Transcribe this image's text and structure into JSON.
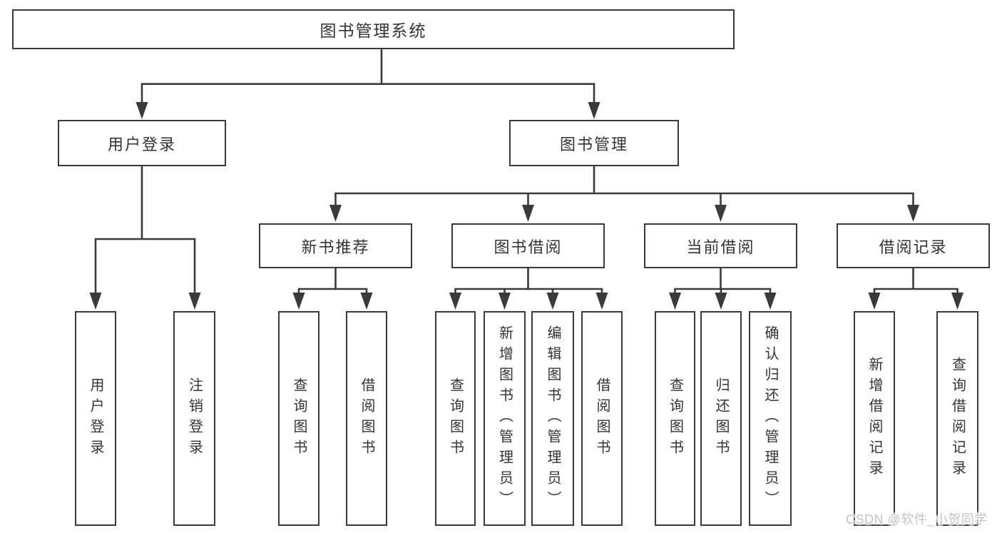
{
  "diagram_title": "图书管理系统",
  "tree": {
    "root": "图书管理系统",
    "branches": [
      {
        "label": "用户登录",
        "leaves": [
          "用户登录",
          "注销登录"
        ]
      },
      {
        "label": "图书管理",
        "sections": [
          {
            "label": "新书推荐",
            "leaves": [
              "查询图书",
              "借阅图书"
            ]
          },
          {
            "label": "图书借阅",
            "leaves": [
              "查询图书",
              "新增图书（管理员）",
              "编辑图书（管理员）",
              "借阅图书"
            ]
          },
          {
            "label": "当前借阅",
            "leaves": [
              "查询图书",
              "归还图书",
              "确认归还（管理员）"
            ]
          },
          {
            "label": "借阅记录",
            "leaves": [
              "新增借阅记录",
              "查询借阅记录"
            ]
          }
        ]
      }
    ]
  },
  "watermark": "CSDN @软件_小贺同学",
  "colors": {
    "line": "#3a3a3a",
    "text": "#333333",
    "watermark": "#c4c4c4",
    "background": "#ffffff"
  }
}
